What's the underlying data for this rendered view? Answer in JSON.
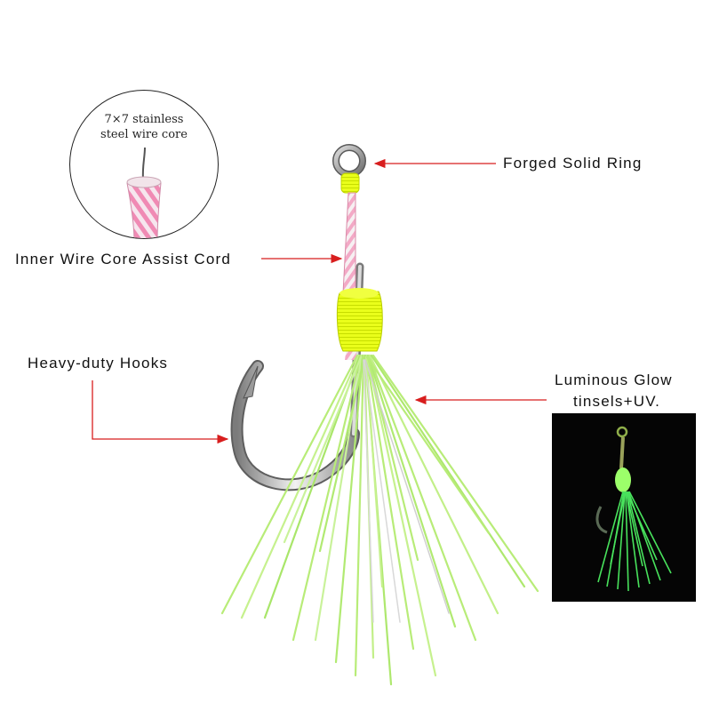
{
  "inset": {
    "line1": "7×7 stainless",
    "line2": "steel wire core"
  },
  "labels": {
    "ring": "Forged Solid Ring",
    "cord": "Inner Wire Core Assist Cord",
    "hooks": "Heavy-duty Hooks",
    "glow_line1": "Luminous Glow",
    "glow_line2": "tinsels+UV."
  },
  "colors": {
    "arrow": "#d81e1e",
    "cord_pink": "#f08ab4",
    "binding_yellow": "#eaff1a",
    "tinsel_green": "#b6f07a",
    "glow_green": "#3ee05a"
  }
}
